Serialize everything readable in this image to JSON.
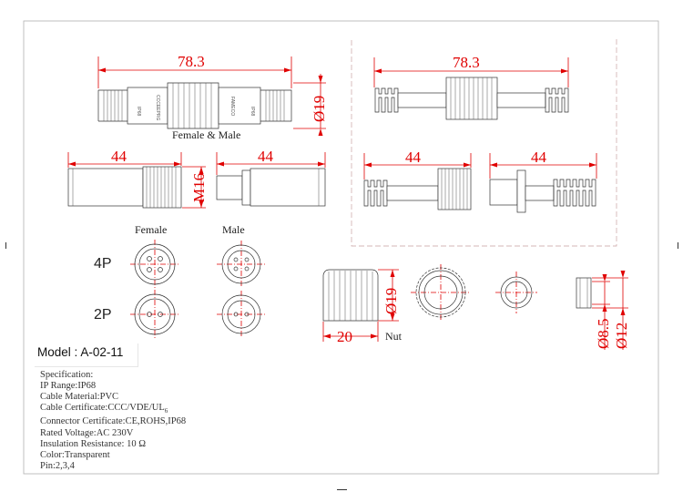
{
  "dimensions": {
    "total_length_left": "78.3",
    "total_length_right": "78.3",
    "diameter_main": "Ø19",
    "female_length": "44",
    "male_length": "44",
    "thread": "M16",
    "right_female_length": "44",
    "right_male_length": "44",
    "nut_diameter": "Ø19",
    "nut_length": "20",
    "seal_inner": "Ø8.5",
    "seal_outer": "Ø12"
  },
  "labels": {
    "female_male": "Female & Male",
    "female": "Female",
    "male": "Male",
    "nut": "Nut",
    "four_pin": "4P",
    "two_pin": "2P",
    "engraving_1": "IP68",
    "engraving_2": "CCCEEPRG",
    "engraving_3": "FAMECO",
    "engraving_4": "IP68"
  },
  "model": {
    "label": "Model",
    "separator": ":",
    "value": "A-02-11"
  },
  "specification": {
    "heading": "Specification:",
    "lines": [
      "IP Range:IP68",
      "Cable Material:PVC",
      "Cable Certificate:CCC/VDE/UL",
      "Connector Certificate:CE,ROHS,IP68",
      "Rated Voltage:AC 230V",
      "Insulation Resistance: 10 Ω",
      "Color:Transparent",
      "Pin:2,3,4"
    ],
    "cert_subscript": "6"
  },
  "colors": {
    "dimension": "#e00000",
    "outline": "#333333",
    "frame": "#b0b0b0",
    "dashed_frame": "#c8a0a0"
  }
}
